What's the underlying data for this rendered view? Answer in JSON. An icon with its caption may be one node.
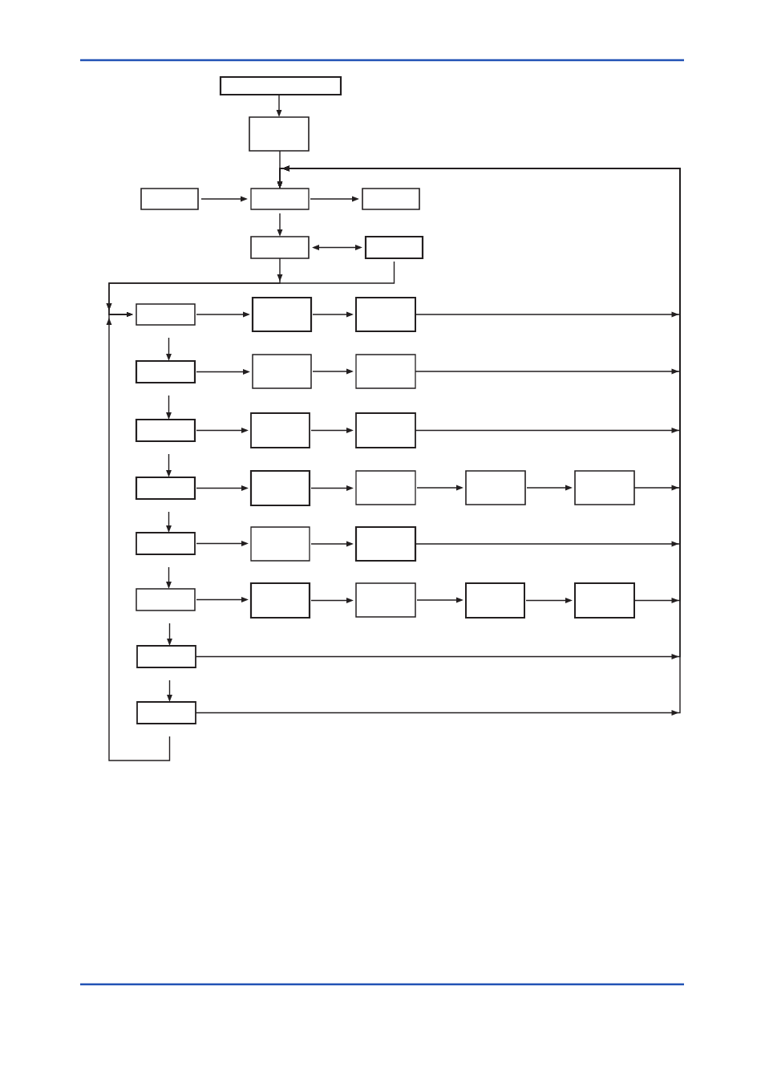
{
  "diagram": {
    "nodes": [
      {
        "text": [],
        "shape": "box"
      },
      {
        "text": [],
        "shape": "box"
      },
      {
        "text": [],
        "shape": "box"
      },
      {
        "text": [],
        "shape": "box"
      },
      {
        "text": [],
        "shape": "box"
      },
      {
        "text": [],
        "shape": "box"
      },
      {
        "text": [],
        "shape": "box"
      },
      {
        "text": [],
        "shape": "box"
      },
      {
        "text": [],
        "shape": "box"
      },
      {
        "text": [],
        "shape": "box"
      },
      {
        "text": [],
        "shape": "box"
      },
      {
        "text": [],
        "shape": "box"
      },
      {
        "text": [],
        "shape": "box"
      },
      {
        "text": [],
        "shape": "box"
      },
      {
        "text": [],
        "shape": "box"
      },
      {
        "text": [],
        "shape": "box"
      },
      {
        "text": [],
        "shape": "box"
      },
      {
        "text": [],
        "shape": "box"
      },
      {
        "text": [],
        "shape": "box"
      },
      {
        "text": [],
        "shape": "box"
      },
      {
        "text": [],
        "shape": "box"
      },
      {
        "text": [],
        "shape": "box"
      },
      {
        "text": [],
        "shape": "box"
      },
      {
        "text": [],
        "shape": "box"
      },
      {
        "text": [],
        "shape": "box"
      },
      {
        "text": [],
        "shape": "box"
      },
      {
        "text": [],
        "shape": "box"
      },
      {
        "text": [],
        "shape": "box"
      },
      {
        "text": [],
        "shape": "box"
      },
      {
        "text": [],
        "shape": "box"
      },
      {
        "text": [],
        "shape": "box"
      }
    ],
    "edges": [
      {
        "from": 0,
        "to": 1,
        "arrow": "to"
      },
      {
        "from": 1,
        "to": 3,
        "arrow": "to"
      },
      {
        "from": 2,
        "to": 3,
        "arrow": "to"
      },
      {
        "from": 3,
        "to": 4,
        "arrow": "to"
      },
      {
        "from": 3,
        "to": 5,
        "arrow": "to"
      },
      {
        "from": 5,
        "to": 6,
        "arrow": "both"
      },
      {
        "from": 5,
        "to": 7,
        "arrow": "to"
      },
      {
        "from": 6,
        "to": 7,
        "arrow": "to"
      },
      {
        "from": 30,
        "to": 7,
        "arrow": "to"
      },
      {
        "from": 7,
        "to": 8,
        "arrow": "to"
      },
      {
        "from": 8,
        "to": 9,
        "arrow": "to"
      },
      {
        "from": 9,
        "to": 3,
        "arrow": "to"
      },
      {
        "from": 7,
        "to": 10,
        "arrow": "to"
      },
      {
        "from": 10,
        "to": 11,
        "arrow": "to"
      },
      {
        "from": 11,
        "to": 12,
        "arrow": "to"
      },
      {
        "from": 12,
        "to": 3,
        "arrow": "to"
      },
      {
        "from": 10,
        "to": 13,
        "arrow": "to"
      },
      {
        "from": 13,
        "to": 14,
        "arrow": "to"
      },
      {
        "from": 14,
        "to": 15,
        "arrow": "to"
      },
      {
        "from": 15,
        "to": 3,
        "arrow": "to"
      },
      {
        "from": 13,
        "to": 16,
        "arrow": "to"
      },
      {
        "from": 16,
        "to": 17,
        "arrow": "to"
      },
      {
        "from": 17,
        "to": 18,
        "arrow": "to"
      },
      {
        "from": 18,
        "to": 19,
        "arrow": "to"
      },
      {
        "from": 19,
        "to": 20,
        "arrow": "to"
      },
      {
        "from": 20,
        "to": 3,
        "arrow": "to"
      },
      {
        "from": 16,
        "to": 21,
        "arrow": "to"
      },
      {
        "from": 21,
        "to": 22,
        "arrow": "to"
      },
      {
        "from": 22,
        "to": 23,
        "arrow": "to"
      },
      {
        "from": 23,
        "to": 3,
        "arrow": "to"
      },
      {
        "from": 21,
        "to": 24,
        "arrow": "to"
      },
      {
        "from": 24,
        "to": 25,
        "arrow": "to"
      },
      {
        "from": 25,
        "to": 26,
        "arrow": "to"
      },
      {
        "from": 26,
        "to": 27,
        "arrow": "to"
      },
      {
        "from": 27,
        "to": 28,
        "arrow": "to"
      },
      {
        "from": 28,
        "to": 3,
        "arrow": "to"
      },
      {
        "from": 24,
        "to": 29,
        "arrow": "to"
      },
      {
        "from": 29,
        "to": 3,
        "arrow": "to"
      },
      {
        "from": 29,
        "to": 30,
        "arrow": "to"
      },
      {
        "from": 30,
        "to": 3,
        "arrow": "to"
      }
    ]
  }
}
